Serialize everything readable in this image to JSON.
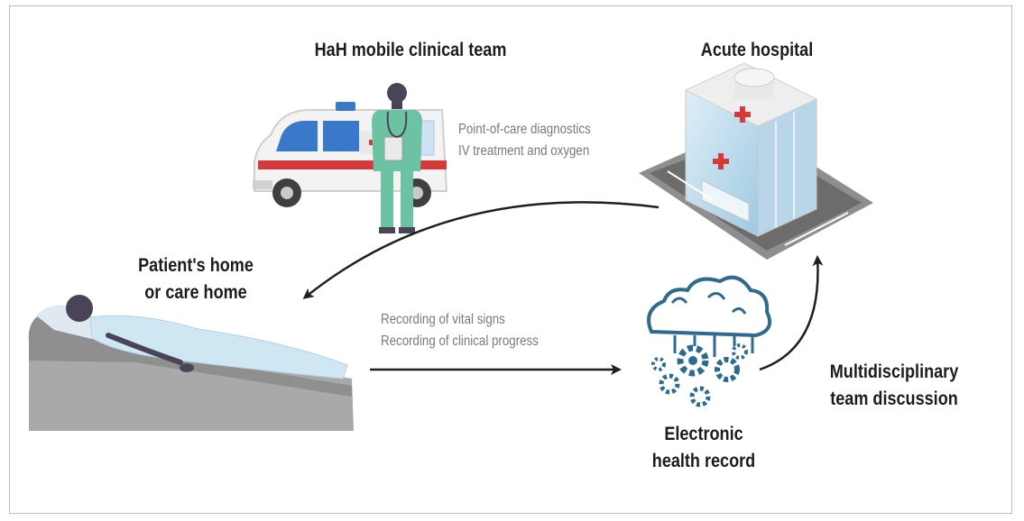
{
  "labels": {
    "mobile_team": "HaH mobile clinical team",
    "hospital": "Acute hospital",
    "home_line1": "Patient's home",
    "home_line2": "or care home",
    "ehr_line1": "Electronic",
    "ehr_line2": "health record",
    "mdt_line1": "Multidisciplinary",
    "mdt_line2": "team discussion"
  },
  "notes": {
    "team_services": [
      "Point-of-care diagnostics",
      "IV treatment and oxygen"
    ],
    "recording": [
      "Recording of vital signs",
      "Recording of clinical progress"
    ]
  },
  "colors": {
    "arrow": "#1f1f1f",
    "clinician": "#6cc3a4",
    "skin": "#4a4458",
    "ambulance_red": "#d33a3a",
    "ambulance_blue": "#3a79c9",
    "bed": "#a9a9a9",
    "sheet": "#cfe6f3",
    "ehr_blue": "#2e6b8f"
  }
}
